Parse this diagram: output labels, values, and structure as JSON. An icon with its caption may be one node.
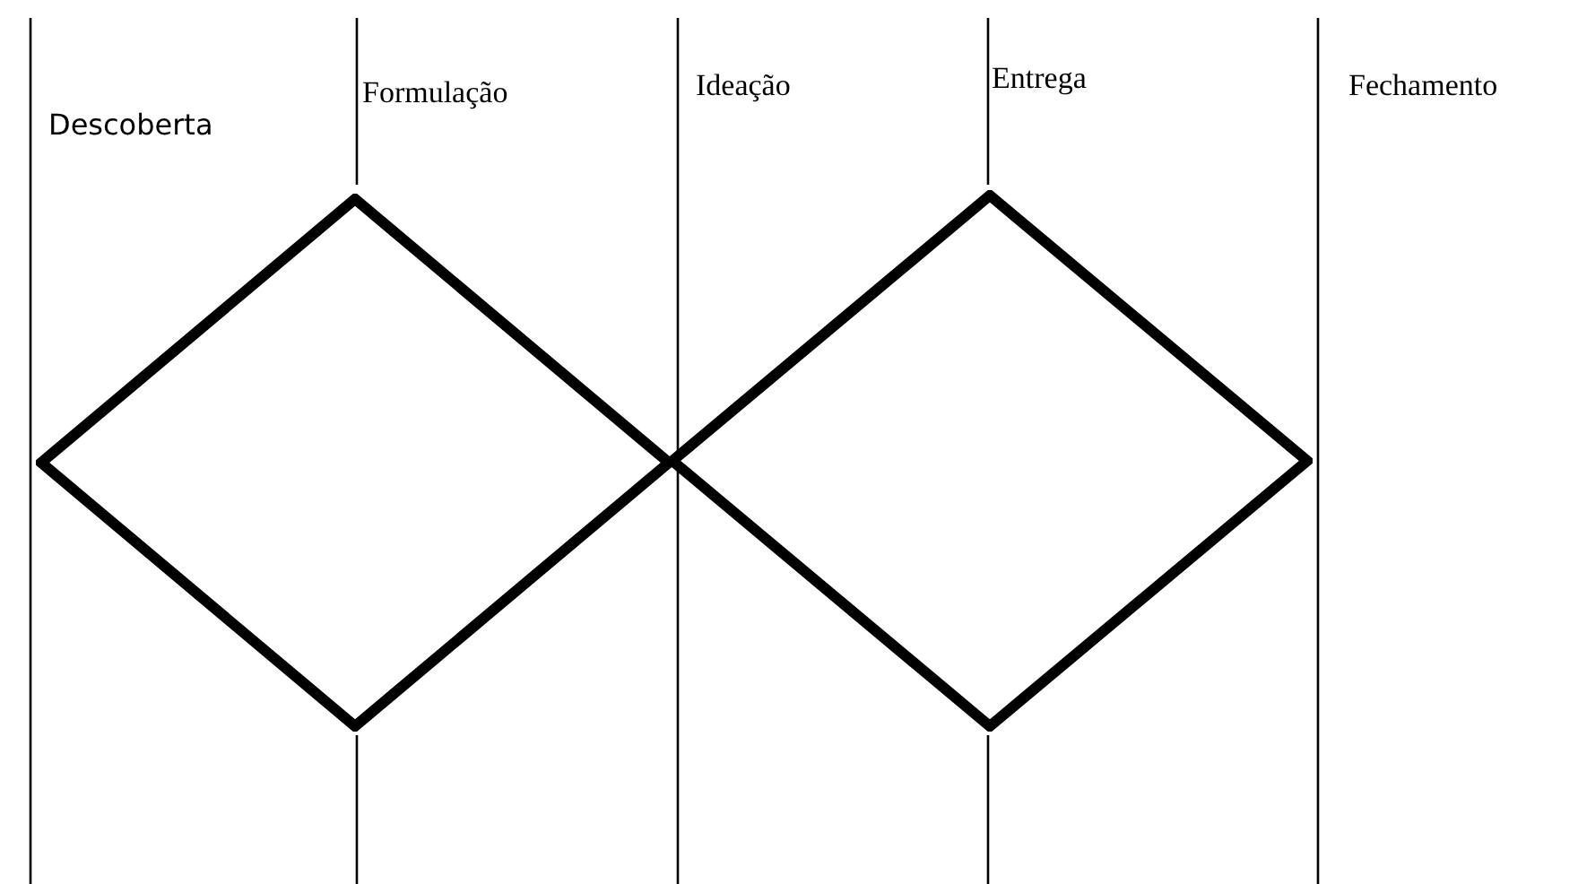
{
  "diagram": {
    "nodes": [
      {
        "text": [],
        "shape": "diamond"
      },
      {
        "text": [],
        "shape": "diamond"
      }
    ],
    "labels": [
      "Descoberta",
      "Formulação",
      "Ideação",
      "Entrega",
      "Fechamento"
    ]
  }
}
